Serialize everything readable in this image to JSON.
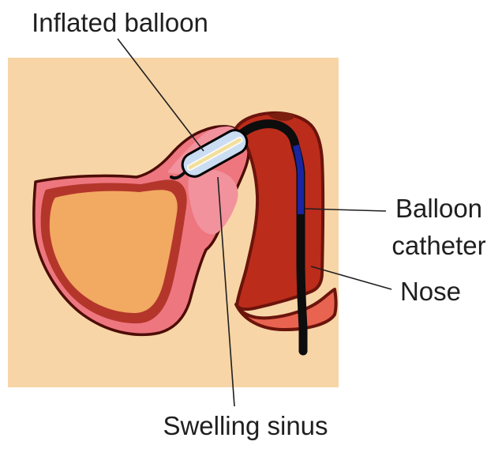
{
  "figure": {
    "labels": {
      "inflated_balloon": "Inflated balloon",
      "balloon_catheter": "Balloon catheter",
      "nose": "Nose",
      "swelling_sinus": "Swelling sinus"
    },
    "colors": {
      "page_bg": "#ffffff",
      "panel_bg": "#F7D5A7",
      "sinus_outline": "#4D0D07",
      "sinus_wall_pink": "#EE767F",
      "swelling_pink": "#F1929D",
      "sinus_lining_red": "#B4362B",
      "sinus_cavity_orange": "#F2A961",
      "nose_red": "#BC2C1B",
      "nose_outline": "#6B140C",
      "nose_cap": "#7B1E10",
      "nostril_salmon": "#E96450",
      "catheter_black": "#0D0D0D",
      "catheter_blue": "#1A25A1",
      "balloon_fill": "#CBDDF3",
      "balloon_outline": "#000000",
      "stripe_white": "#FBFBF6",
      "stripe_yellow": "#F2DF9B",
      "leader_line": "#1f1f1f",
      "label_text": "#1f1f1f"
    }
  }
}
